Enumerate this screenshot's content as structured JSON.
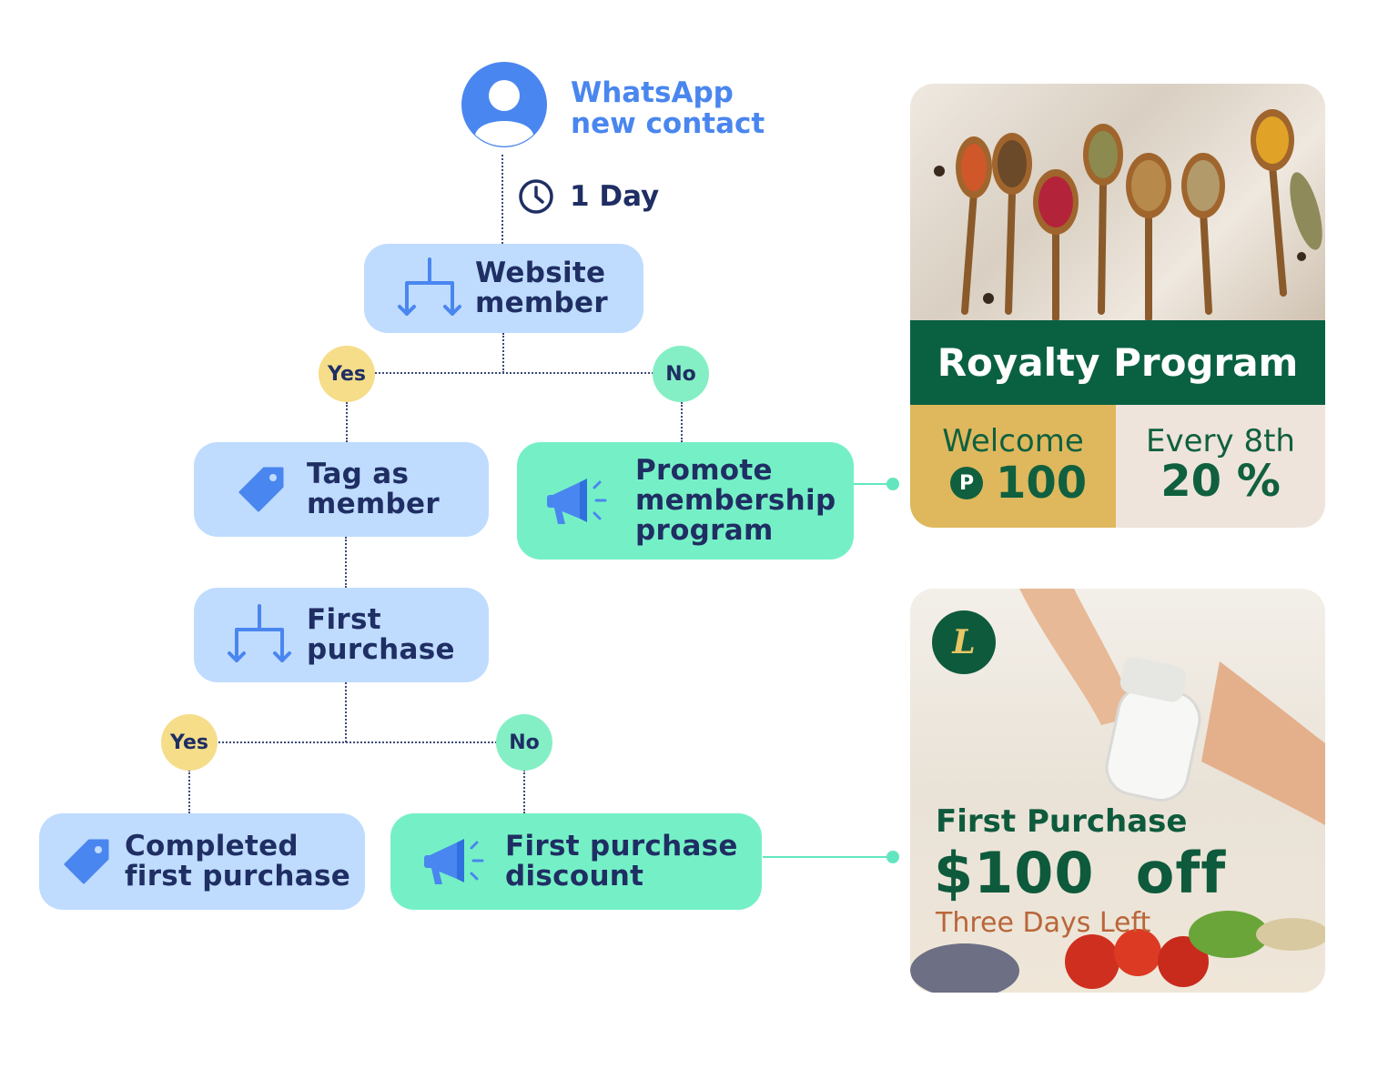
{
  "flow": {
    "trigger": {
      "title_line1": "WhatsApp",
      "title_line2": "new contact",
      "icon": "user-avatar-icon"
    },
    "delay": {
      "label": "1 Day",
      "icon": "clock-icon"
    },
    "nodes": {
      "website_member": {
        "line1": "Website",
        "line2": "member",
        "icon": "branch-split-icon"
      },
      "tag_member": {
        "line1": "Tag as",
        "line2": "member",
        "icon": "tag-icon"
      },
      "promote_membership": {
        "line1": "Promote",
        "line2": "membership",
        "line3": "program",
        "icon": "megaphone-icon"
      },
      "first_purchase": {
        "line1": "First",
        "line2": "purchase",
        "icon": "branch-split-icon"
      },
      "completed_purchase": {
        "line1": "Completed",
        "line2": "first purchase",
        "icon": "tag-icon"
      },
      "first_purchase_discount": {
        "line1": "First purchase",
        "line2": "discount",
        "icon": "megaphone-icon"
      }
    },
    "branches": {
      "yes_label": "Yes",
      "no_label": "No"
    }
  },
  "cards": {
    "royalty": {
      "title": "Royalty Program",
      "welcome_label": "Welcome",
      "welcome_points_symbol": "P",
      "welcome_points": "100",
      "every_label": "Every 8th",
      "every_value": "20 %"
    },
    "first_purchase_offer": {
      "logo_letter": "L",
      "headline": "First Purchase",
      "offer": "$100  off",
      "deadline": "Three Days Left"
    }
  },
  "colors": {
    "node_blue": "#bfdcff",
    "node_green": "#75f0c6",
    "yes_pill": "#f5dd8a",
    "no_pill": "#84efc5",
    "brand_green": "#0a6142",
    "accent_blue": "#4a86ef"
  }
}
